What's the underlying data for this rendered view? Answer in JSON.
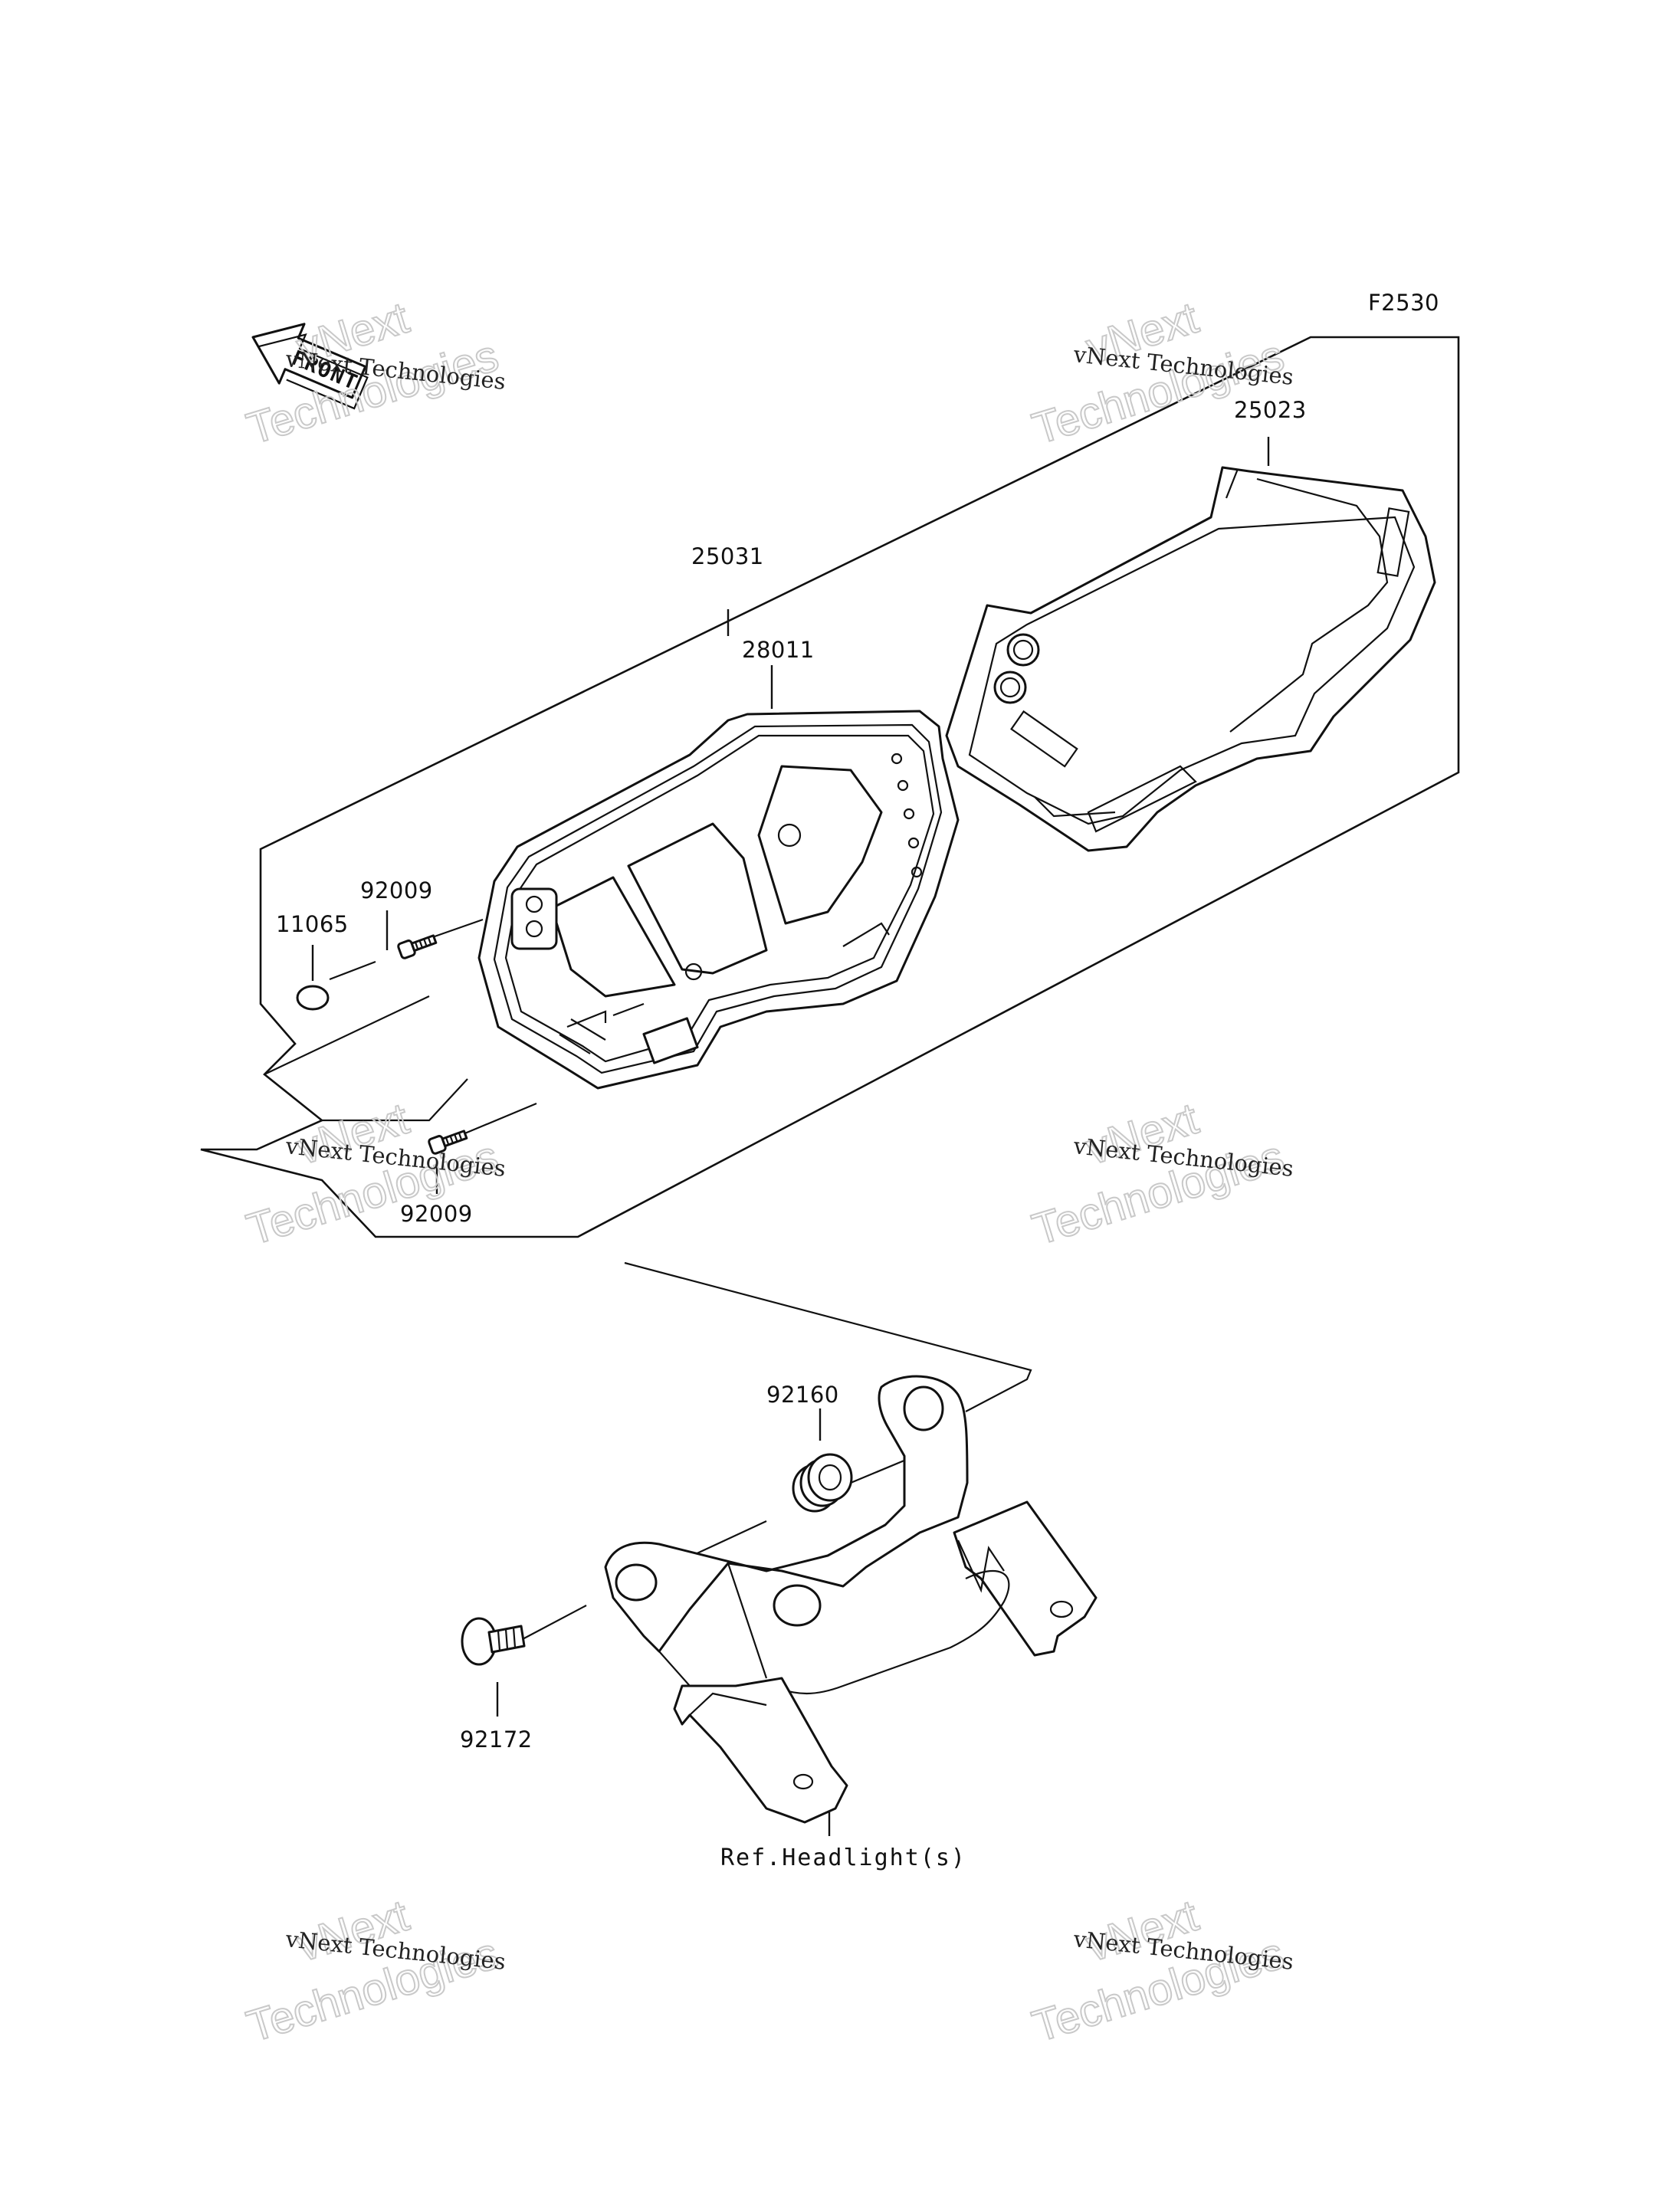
{
  "figure_code": "F2530",
  "front_arrow": {
    "label": "FRONT"
  },
  "parts": [
    {
      "id": "p25023",
      "number": "25023"
    },
    {
      "id": "p25031",
      "number": "25031"
    },
    {
      "id": "p28011",
      "number": "28011"
    },
    {
      "id": "p92009a",
      "number": "92009"
    },
    {
      "id": "p11065",
      "number": "11065"
    },
    {
      "id": "p92009b",
      "number": "92009"
    },
    {
      "id": "p92160",
      "number": "92160"
    },
    {
      "id": "p92172",
      "number": "92172"
    }
  ],
  "reference_note": "Ref.Headlight(s)",
  "watermark": {
    "small": "vNext Technologies",
    "big_line1": "vNext",
    "big_line2": "Technologies"
  }
}
